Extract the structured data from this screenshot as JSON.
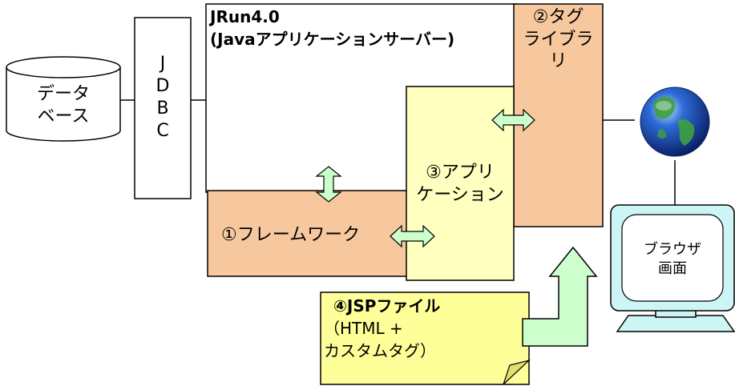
{
  "database": {
    "line1": "データ",
    "line2": "ベース"
  },
  "jdbc": {
    "letters": [
      "J",
      "D",
      "B",
      "C"
    ]
  },
  "server": {
    "title": "JRun4.0",
    "subtitle": "(Javaアプリケーションサーバー)"
  },
  "tag_library": {
    "line1": "②タグ",
    "line2": "ライブラ",
    "line3": "リ"
  },
  "application": {
    "line1": "③アプリ",
    "line2": "ケーション"
  },
  "framework": {
    "label": "①フレームワーク"
  },
  "jsp": {
    "title": "④JSPファイル",
    "line2": "（HTML +",
    "line3": "カスタムタグ）"
  },
  "browser": {
    "line1": "ブラウザ",
    "line2": "画面"
  },
  "colors": {
    "framework_fill": "#f7c89e",
    "tag_library_fill": "#f7c89e",
    "application_fill": "#ffffc0",
    "jsp_fill": "#ffff99",
    "arrow_fill": "#ccffcc",
    "monitor_fill": "#cdf5f5",
    "globe_blue": "#1e4fb8",
    "globe_green": "#3fa03f"
  },
  "icons": [
    "database-cylinder-icon",
    "globe-icon",
    "monitor-icon",
    "double-arrow-icon",
    "bent-up-arrow-icon"
  ]
}
